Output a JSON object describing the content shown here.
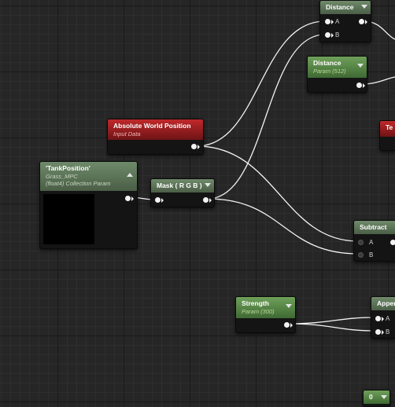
{
  "nodes": {
    "distance": {
      "title": "Distance",
      "pin_a": "A",
      "pin_b": "B"
    },
    "distance_param": {
      "title": "Distance",
      "subtitle": "Param (512)"
    },
    "abs_world_pos": {
      "title": "Absolute World Position",
      "subtitle": "Input Data"
    },
    "tank_position": {
      "title": "'TankPosition'",
      "subtitle_1": "Grass_MPC",
      "subtitle_2": "(float4) Collection Param"
    },
    "mask": {
      "title": "Mask ( R G B )"
    },
    "subtract": {
      "title": "Subtract",
      "pin_a": "A",
      "pin_b": "B"
    },
    "strength": {
      "title": "Strength",
      "subtitle": "Param (300)"
    },
    "append": {
      "title": "Apper",
      "pin_a": "A",
      "pin_b": "B"
    },
    "partial_red": {
      "title": "Te"
    },
    "zero_const": {
      "title": "0"
    }
  },
  "colors": {
    "grid_bg": "#262626",
    "header_green": "#4f7a42",
    "header_red": "#b0202a",
    "wire": "#f2f2f2"
  }
}
